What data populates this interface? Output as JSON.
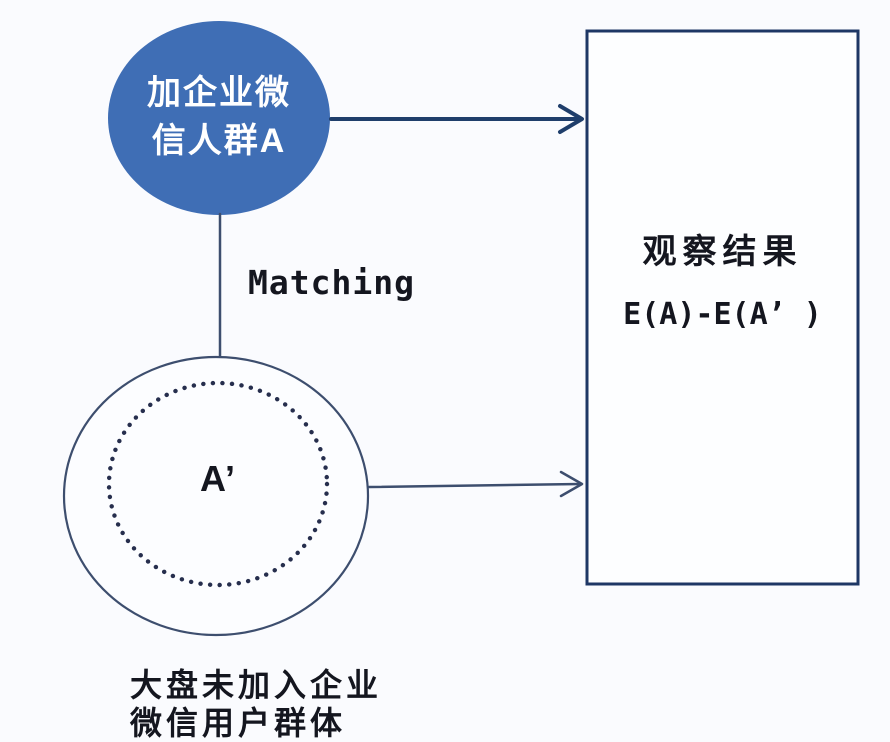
{
  "colors": {
    "background": "#fafbfe",
    "circle_fill": "#3f6eb5",
    "arrow_stroke": "#1f3e6b",
    "thin_stroke": "#3d4e6e",
    "rect_border": "#1e3765",
    "rect_fill": "#fdfeff",
    "outer_circle_fill": "#fcfdff",
    "dot_stroke": "#262e4d",
    "text_dark": "#14161f",
    "circle_text": "#ffffff"
  },
  "treatment_circle": {
    "lines": [
      "加企业微",
      "信人群A"
    ]
  },
  "matching_label": "Matching",
  "control_circle": {
    "label": "A’"
  },
  "result_box": {
    "title": "观察结果",
    "formula": "E(A)-E(A’ )"
  },
  "caption": {
    "lines": [
      "大盘未加入企业",
      "微信用户群体"
    ]
  }
}
